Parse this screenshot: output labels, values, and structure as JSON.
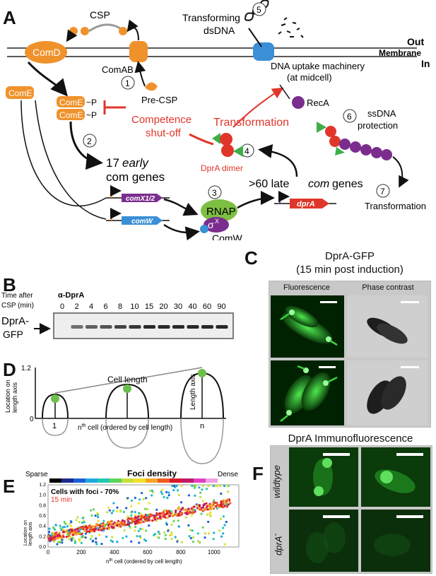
{
  "panels": {
    "A": "A",
    "B": "B",
    "C": "C",
    "D": "D",
    "E": "E",
    "F": "F"
  },
  "panelA": {
    "out": "Out",
    "membrane": "Membrane",
    "in": "In",
    "csp": "CSP",
    "comd": "ComD",
    "comab": "ComAB",
    "precsp": "Pre-CSP",
    "come": "ComE",
    "comep1": "ComE",
    "comep2": "ComE",
    "p": "~P",
    "transforming1": "Transforming",
    "transforming2": "dsDNA",
    "uptake1": "DNA uptake machinery",
    "uptake2": "(at midcell)",
    "reca": "RecA",
    "shutoff1": "Competence",
    "shutoff2": "shut-off",
    "transformation_red": "Transformation",
    "ssdna1": "ssDNA",
    "ssdna2": "protection",
    "dpra_dimer": "DprA dimer",
    "early_num": "17",
    "early_it": "early",
    "early2": "com genes",
    "late_pre": ">60 late",
    "late_it": "com",
    "late_post": "genes",
    "gene_comx": "comX1/2",
    "gene_comw": "comW",
    "gene_dpra": "dprA",
    "rnap": "RNAP",
    "sigma": "σ",
    "sigma_sup": "X",
    "comw": "ComW",
    "transformation_end": "Transformation",
    "steps": [
      "1",
      "2",
      "3",
      "4",
      "5",
      "6",
      "7"
    ]
  },
  "panelB": {
    "time1": "Time after",
    "time2": "CSP (min)",
    "antibody": "α-DprA",
    "times": [
      "0",
      "2",
      "4",
      "6",
      "8",
      "10",
      "15",
      "20",
      "30",
      "40",
      "60",
      "90"
    ],
    "band1": "DprA-",
    "band2": "GFP"
  },
  "panelC": {
    "title1": "DprA-GFP",
    "title2": "(15 min post induction)",
    "fluor": "Fluorescence",
    "phase": "Phase contrast"
  },
  "panelD": {
    "ylabel1": "Location on",
    "ylabel2": "length axis",
    "y_top": "1.2",
    "y_zero": "0",
    "cell_length": "Cell length",
    "length_axis": "Length axis",
    "x_first": "1",
    "x_last": "n",
    "xlabel_pre": "n",
    "xlabel_sup": "th",
    "xlabel_post": " cell (ordered by cell length)"
  },
  "panelE": {
    "sparse": "Sparse",
    "dense": "Dense",
    "title": "Foci density",
    "note": "Cells with foci - 70%",
    "time": "15 min",
    "ylabel1": "Location on",
    "ylabel2": "length axis",
    "xlabel_pre": "n",
    "xlabel_sup": "th",
    "xlabel_post": " cell (ordered by cell length)",
    "yticks": [
      "0.0",
      "0.2",
      "0.4",
      "0.6",
      "0.8",
      "1.0",
      "1.2"
    ],
    "xticks": [
      "0",
      "200",
      "400",
      "600",
      "800",
      "1000"
    ],
    "colorbar": [
      "#000000",
      "#1b2a8c",
      "#1f5fd6",
      "#1fa8e0",
      "#22c7b0",
      "#5fd35a",
      "#c6e03a",
      "#f2e02a",
      "#f5a623",
      "#ef5a1f",
      "#d81b2a",
      "#c2186b",
      "#e040c0",
      "#f0a0e8"
    ]
  },
  "panelF": {
    "title": "DprA Immunofluorescence",
    "row1": "wildtype",
    "row2": "dprA",
    "row2_sup": "-"
  },
  "chart_data": {
    "type": "scatter",
    "title": "Foci density",
    "xlabel": "nth cell (ordered by cell length)",
    "ylabel": "Location on length axis",
    "xlim": [
      0,
      1150
    ],
    "ylim": [
      0,
      1.2
    ],
    "annotations": [
      "Cells with foci - 70%",
      "15 min"
    ],
    "legend": "top (colorbar Sparse → Dense)",
    "series": [
      {
        "name": "Foci density: dense core (approx. midcell trend)",
        "x": [
          0,
          100,
          200,
          300,
          400,
          500,
          600,
          700,
          800,
          900,
          1000,
          1100
        ],
        "y": [
          0.18,
          0.25,
          0.32,
          0.38,
          0.44,
          0.5,
          0.56,
          0.62,
          0.68,
          0.74,
          0.8,
          0.86
        ]
      }
    ]
  },
  "colors": {
    "orange": "#f0922c",
    "red": "#e0362a",
    "purple": "#7b2d8e",
    "green": "#3fae49",
    "blue": "#3a8fd6",
    "teal": "#5bbcd6"
  }
}
